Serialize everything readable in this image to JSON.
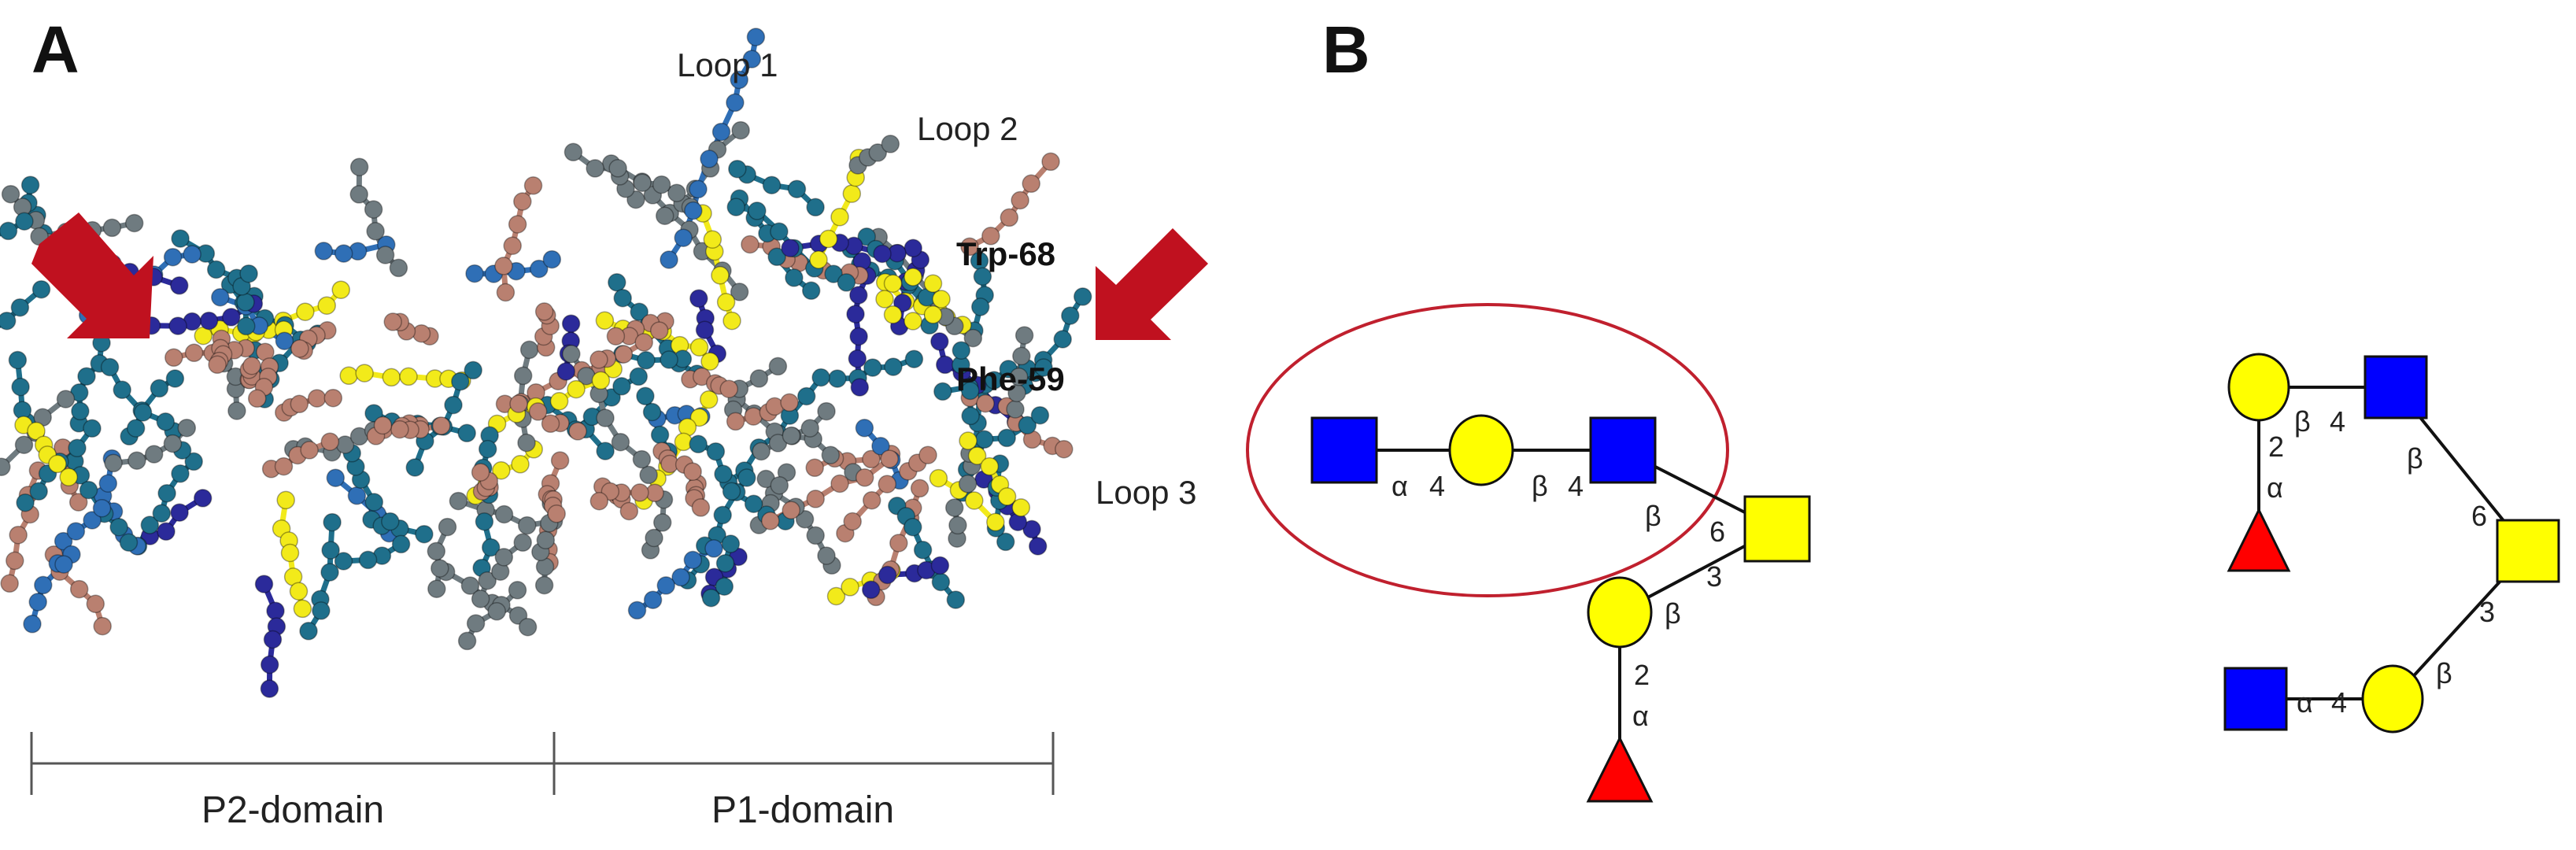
{
  "panel_a": {
    "letter": "A",
    "labels": {
      "loop1": "Loop 1",
      "loop2": "Loop 2",
      "loop3": "Loop 3",
      "trp": "Trp-68",
      "phe": "Phe-59"
    },
    "domains": {
      "p2": "P2-domain",
      "p1": "P1-domain"
    },
    "colors": {
      "teal": "#1f6f8b",
      "gray": "#6f7b80",
      "yellow": "#f2ea1a",
      "navy": "#2b2a9a",
      "blue": "#2f6fb6",
      "salmon": "#b98070",
      "arrow": "#c0111f"
    }
  },
  "panel_b": {
    "letter": "B",
    "left_glycan": {
      "sym": {
        "alpha": "α",
        "beta": "β"
      },
      "links": {
        "gal_glcnac_pos": "4",
        "glcnac_gal_pos": "4",
        "glcnac_core_pos": "6",
        "gal_core_pos": "3",
        "fuc_gal_pos": "2"
      }
    },
    "right_glycan": {
      "sym": {
        "alpha": "α",
        "beta": "β"
      },
      "links": {
        "fuc_gal_pos": "2",
        "gal_glcnac_pos": "4",
        "glcnac_core_pos": "6",
        "gal_core_pos": "3",
        "glcnac_gal_pos": "4"
      }
    },
    "colors": {
      "glcnac": "#0000ff",
      "gal": "#ffff00",
      "galnac": "#ffff00",
      "fuc": "#ff0000",
      "circle_highlight": "#c0202e"
    }
  }
}
